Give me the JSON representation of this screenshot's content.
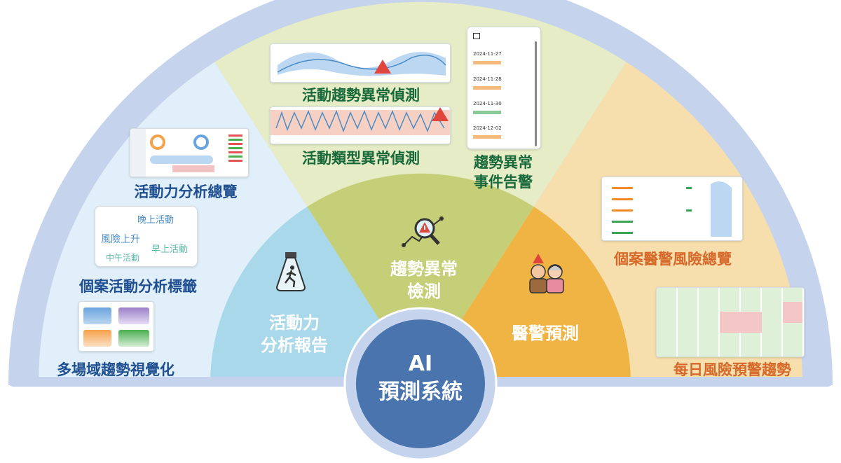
{
  "center": {
    "line1": "AI",
    "line2": "預測系統"
  },
  "inner": [
    {
      "label_lines": [
        "活動力",
        "分析報告"
      ],
      "icon": "running-person-in-flask-icon"
    },
    {
      "label_lines": [
        "趨勢異常",
        "檢測"
      ],
      "icon": "magnifier-warning-chart-icon"
    },
    {
      "label": "醫警預測",
      "icon": "elderly-couple-alert-icon"
    }
  ],
  "left_section": {
    "items": [
      "活動力分析總覽",
      "個案活動分析標籤",
      "多場域趨勢視覺化"
    ]
  },
  "middle_section": {
    "items": [
      "活動趨勢異常偵測",
      "活動類型異常偵測"
    ],
    "event_alert": {
      "label_lines": [
        "趨勢異常",
        "事件告警"
      ]
    }
  },
  "right_section": {
    "items": [
      "個案醫警風險總覽",
      "每日風險預警趨勢"
    ]
  },
  "tag_cloud": {
    "tags": [
      "晚上活動",
      "風險上升",
      "早上活動",
      "中午活動"
    ]
  },
  "event_list": {
    "dates": [
      "2024-11-27",
      "2024-11-28",
      "2024-11-30",
      "2024-12-02"
    ],
    "event_colors": [
      "#f08a24",
      "#f08a24",
      "#3aa655",
      "#f08a24"
    ]
  },
  "colors": {
    "band": "#c5d3ec",
    "outer_blue": "#e0eff9",
    "outer_green": "#e6ecc6",
    "outer_orange": "#f6dfad",
    "inner_blue": "#a8d8e9",
    "inner_green": "#c5cf78",
    "inner_orange": "#f0b445",
    "center": "#4a74ae"
  }
}
